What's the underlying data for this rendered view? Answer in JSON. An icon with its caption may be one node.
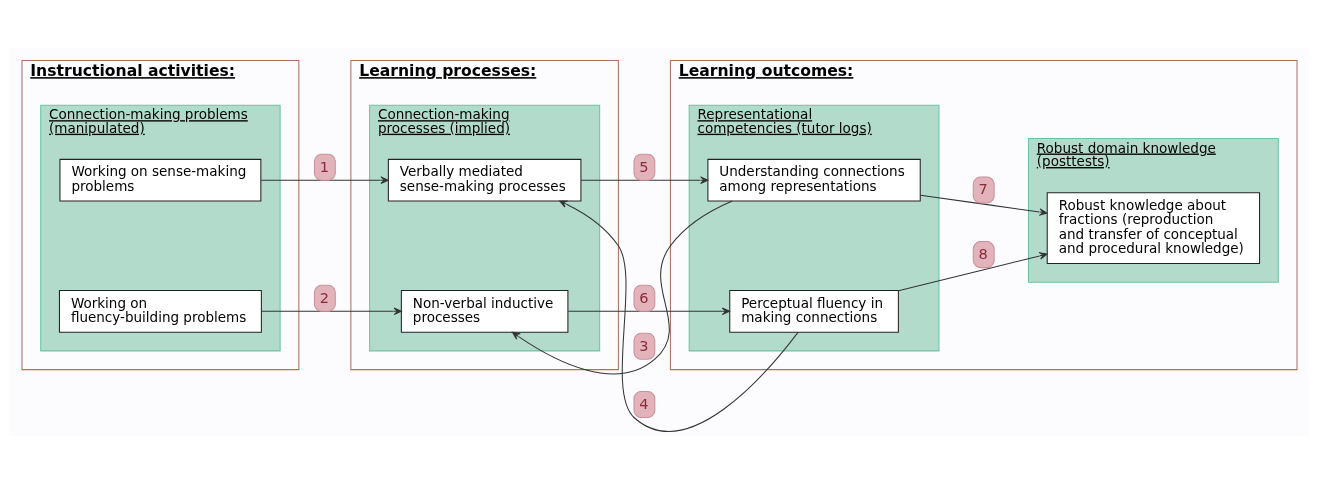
{
  "diagram": {
    "nodes": [
      {
        "text": [
          "Instructional activities:"
        ]
      },
      {
        "text": [
          "Connection-making problems (manipulated)"
        ],
        "in": 0
      },
      {
        "text": [
          "Working on sense-making problems"
        ],
        "in": 1
      },
      {
        "text": [
          "Working on fluency-building problems"
        ],
        "in": 1
      },
      {
        "text": [
          "Learning processes:"
        ]
      },
      {
        "text": [
          "Connection-making processes (implied)"
        ],
        "in": 4
      },
      {
        "text": [
          "Verbally mediated sense-making processes"
        ],
        "in": 5
      },
      {
        "text": [
          "Non-verbal inductive processes"
        ],
        "in": 5
      },
      {
        "text": [
          "Learning outcomes:"
        ]
      },
      {
        "text": [
          "Representational competencies (tutor logs)"
        ],
        "in": 8
      },
      {
        "text": [
          "Understanding connections among representations"
        ],
        "in": 9
      },
      {
        "text": [
          "Perceptual fluency in making connections"
        ],
        "in": 9
      },
      {
        "text": [
          "Robust domain knowledge (posttests)"
        ],
        "in": 8
      },
      {
        "text": [
          "Robust knowledge about fractions (reproduction and transfer of conceptual and procedural knowledge)"
        ],
        "in": 12
      }
    ],
    "edges": [
      {
        "from": 2,
        "to": 6,
        "arrow": "to",
        "label": "1"
      },
      {
        "from": 3,
        "to": 7,
        "arrow": "to",
        "label": "2"
      },
      {
        "from": 10,
        "to": 7,
        "arrow": "to",
        "label": "3"
      },
      {
        "from": 11,
        "to": 6,
        "arrow": "to",
        "label": "4"
      },
      {
        "from": 6,
        "to": 10,
        "arrow": "to",
        "label": "5"
      },
      {
        "from": 7,
        "to": 11,
        "arrow": "to",
        "label": "6"
      },
      {
        "from": 10,
        "to": 13,
        "arrow": "to",
        "label": "7"
      },
      {
        "from": 11,
        "to": 13,
        "arrow": "to",
        "label": "8"
      }
    ]
  }
}
